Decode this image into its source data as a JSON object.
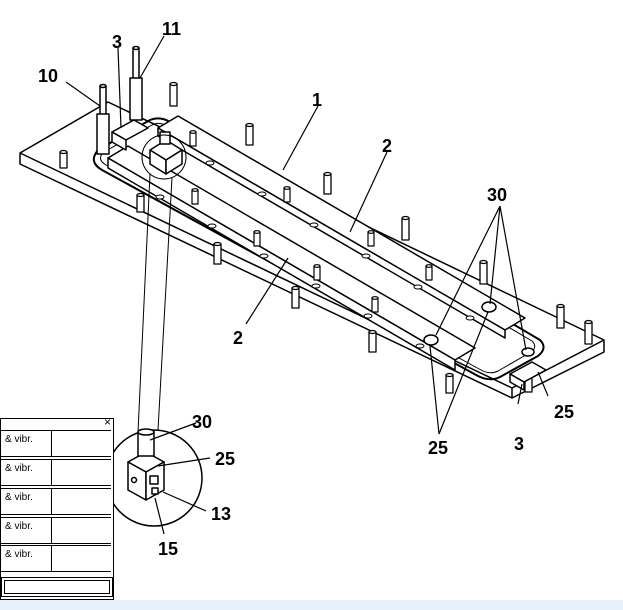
{
  "callouts": {
    "c1": "1",
    "c2a": "2",
    "c2b": "2",
    "c3a": "3",
    "c3b": "3",
    "c10": "10",
    "c11": "11",
    "c30a": "30",
    "c25a": "25",
    "c25b": "25",
    "c30b": "30",
    "c25c": "25",
    "c13": "13",
    "c15": "15"
  },
  "panel": {
    "close_icon": "×",
    "rows": [
      {
        "label": "& vibr."
      },
      {
        "label": "& vibr."
      },
      {
        "label": "& vibr."
      },
      {
        "label": "& vibr."
      },
      {
        "label": "& vibr."
      }
    ]
  },
  "colors": {
    "line": "#000000",
    "fill": "#ffffff",
    "bottom_bar": "#e6f1fb"
  }
}
